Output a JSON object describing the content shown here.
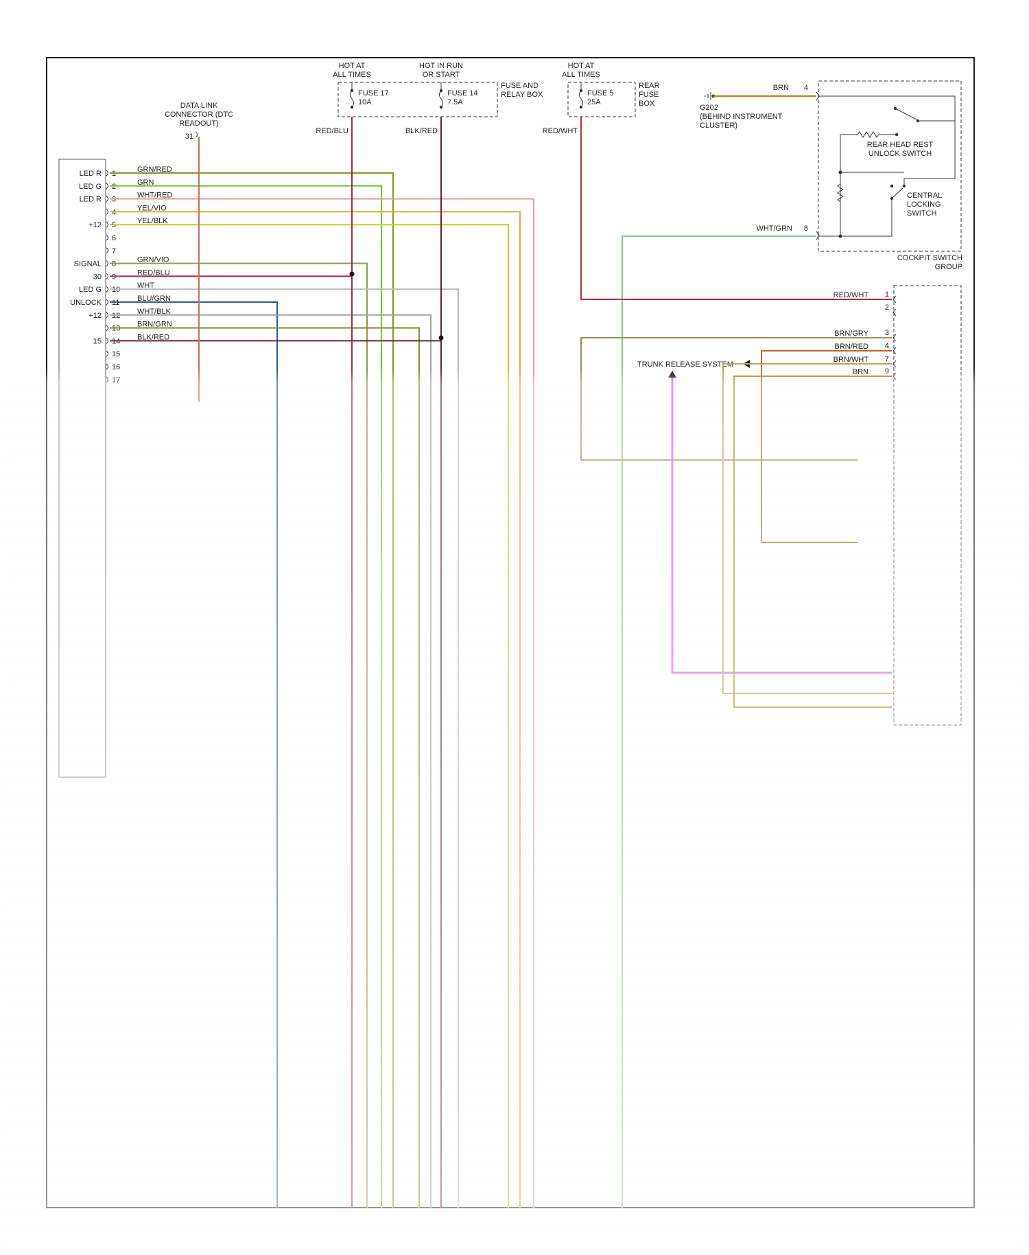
{
  "colors": {
    "grn_red": "#7a9a28",
    "grn": "#5fcf2a",
    "wht_red": "#e49aa0",
    "yel_vio": "#f0a03c",
    "yel_blk": "#c8c832",
    "grn_vio": "#8a9a50",
    "red_blu": "#a0284a",
    "wht": "#b8b8b8",
    "blu_grn": "#2c5aa0",
    "wht_blk": "#a0a0a0",
    "brn_grn": "#8a8a28",
    "blk_red": "#702030",
    "red_wht": "#c03030",
    "brn": "#b08a20",
    "wht_grn": "#8ac88a",
    "brn_gry": "#a08a5a",
    "brn_red": "#c86420",
    "brn_wht": "#c8a050",
    "trunk": "#e060e0",
    "dtc": "#c87050",
    "frame": "#222222"
  },
  "top_labels": {
    "hot_at_all_times_1": "HOT AT\nALL TIMES",
    "hot_in_run": "HOT IN RUN\nOR START",
    "hot_at_all_times_2": "HOT AT\nALL TIMES",
    "fuse17": "FUSE 17\n10A",
    "fuse14": "FUSE 14\n7.5A",
    "fuse_relay_box": "FUSE AND\nRELAY BOX",
    "fuse5": "FUSE 5\n25A",
    "rear_fuse_box": "REAR\nFUSE\nBOX",
    "dlc": "DATA LINK\nCONNECTOR (DTC\nREADOUT)",
    "dlc_pin": "31",
    "wire_red_blu": "RED/BLU",
    "wire_blk_red": "BLK/RED",
    "wire_red_wht": "RED/WHT",
    "g202": "G202\n(BEHIND INSTRUMENT\nCLUSTER)",
    "brn": "BRN",
    "brn_pin": "4",
    "wht_grn": "WHT/GRN",
    "wht_grn_pin": "8",
    "rear_head_rest": "REAR HEAD REST\nUNLOCK SWITCH",
    "central_locking": "CENTRAL\nLOCKING\nSWITCH",
    "cockpit_group": "COCKPIT SWITCH\nGROUP",
    "trunk_release": "TRUNK RELEASE SYSTEM"
  },
  "module_left": {
    "pins": [
      {
        "num": "1",
        "name": "LED R",
        "wire": "GRN/RED"
      },
      {
        "num": "2",
        "name": "LED G",
        "wire": "GRN"
      },
      {
        "num": "3",
        "name": "LED R",
        "wire": "WHT/RED"
      },
      {
        "num": "4",
        "name": "",
        "wire": "YEL/VIO"
      },
      {
        "num": "5",
        "name": "+12",
        "wire": "YEL/BLK"
      },
      {
        "num": "6",
        "name": "",
        "wire": ""
      },
      {
        "num": "7",
        "name": "",
        "wire": ""
      },
      {
        "num": "8",
        "name": "SIGNAL",
        "wire": "GRN/VIO"
      },
      {
        "num": "9",
        "name": "30",
        "wire": "RED/BLU"
      },
      {
        "num": "10",
        "name": "LED G",
        "wire": "WHT"
      },
      {
        "num": "11",
        "name": "UNLOCK",
        "wire": "BLU/GRN"
      },
      {
        "num": "12",
        "name": "+12",
        "wire": "WHT/BLK"
      },
      {
        "num": "13",
        "name": "",
        "wire": "BRN/GRN"
      },
      {
        "num": "14",
        "name": "15",
        "wire": "BLK/RED"
      },
      {
        "num": "15",
        "name": "",
        "wire": ""
      },
      {
        "num": "16",
        "name": "",
        "wire": ""
      },
      {
        "num": "17",
        "name": "",
        "wire": ""
      }
    ]
  },
  "right_connector": {
    "pins": [
      {
        "num": "1",
        "wire": "RED/WHT"
      },
      {
        "num": "2",
        "wire": ""
      },
      {
        "num": "3",
        "wire": "BRN/GRY"
      },
      {
        "num": "4",
        "wire": "BRN/RED"
      },
      {
        "num": "7",
        "wire": "BRN/WHT"
      },
      {
        "num": "9",
        "wire": "BRN"
      }
    ]
  }
}
